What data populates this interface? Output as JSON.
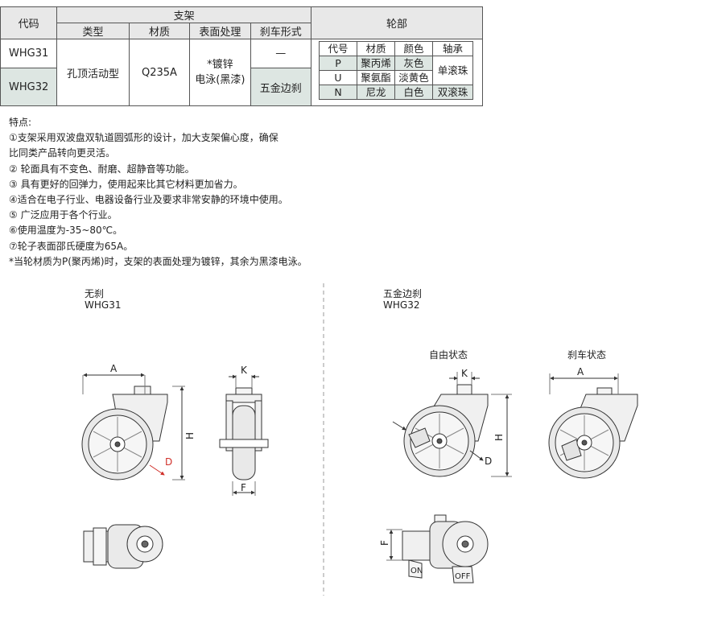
{
  "spec_table": {
    "code_header": "代码",
    "bracket_header": "支架",
    "type_header": "类型",
    "material_header": "材质",
    "surface_header": "表面处理",
    "brake_header": "刹车形式",
    "wheel_header": "轮部",
    "rows": [
      {
        "code": "WHG31",
        "brake": "—"
      },
      {
        "code": "WHG32",
        "brake": "五金边刹"
      }
    ],
    "type_value": "孔顶活动型",
    "material_value": "Q235A",
    "surface_value_1": "*镀锌",
    "surface_value_2": "电泳(黑漆)"
  },
  "wheel_table": {
    "headers": [
      "代号",
      "材质",
      "颜色",
      "轴承"
    ],
    "rows": [
      {
        "code": "P",
        "material": "聚丙烯",
        "color": "灰色"
      },
      {
        "code": "U",
        "material": "聚氨酯",
        "color": "淡黄色"
      },
      {
        "code": "N",
        "material": "尼龙",
        "color": "白色"
      }
    ],
    "bearing_single": "单滚珠",
    "bearing_double": "双滚珠"
  },
  "features": {
    "title": "特点:",
    "lines": [
      "①支架采用双波盘双轨道圆弧形的设计，加大支架偏心度，确保",
      "比同类产品转向更灵活。",
      "② 轮面具有不变色、耐磨、超静音等功能。",
      "③ 具有更好的回弹力，使用起来比其它材料更加省力。",
      "④适合在电子行业、电器设备行业及要求非常安静的环境中使用。",
      "⑤ 广泛应用于各个行业。",
      "⑥使用温度为-35~80℃。",
      "⑦轮子表面邵氏硬度为65A。",
      "*当轮材质为P(聚丙烯)时，支架的表面处理为镀锌，其余为黑漆电泳。"
    ]
  },
  "drawings": {
    "left_title": "无刹",
    "left_code": "WHG31",
    "right_title": "五金边刹",
    "right_code": "WHG32",
    "free_state": "自由状态",
    "brake_state": "刹车状态",
    "dim_A": "A",
    "dim_H": "H",
    "dim_D": "D",
    "dim_K": "K",
    "dim_F": "F",
    "on_label": "ON",
    "off_label": "OFF"
  },
  "colors": {
    "header_bg": "#e8e8e8",
    "row_highlight": "#dde6e2",
    "dim_red": "#d0302a"
  }
}
